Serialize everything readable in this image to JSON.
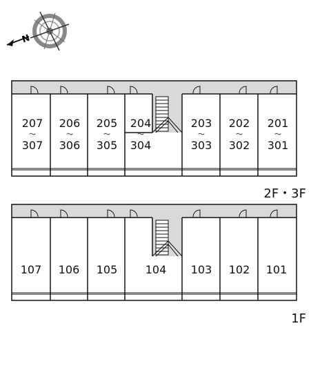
{
  "compass": {
    "icon": "compass-rose-icon",
    "north_letter": "N"
  },
  "floors": [
    {
      "id": "upper",
      "label": "2F・3F",
      "units": [
        {
          "top": "207",
          "sep": "〜",
          "bottom": "307"
        },
        {
          "top": "206",
          "sep": "〜",
          "bottom": "306"
        },
        {
          "top": "205",
          "sep": "〜",
          "bottom": "305"
        },
        {
          "top": "204",
          "sep": "〜",
          "bottom": "304"
        },
        {
          "top": "203",
          "sep": "〜",
          "bottom": "303"
        },
        {
          "top": "202",
          "sep": "〜",
          "bottom": "302"
        },
        {
          "top": "201",
          "sep": "〜",
          "bottom": "301"
        }
      ]
    },
    {
      "id": "ground",
      "label": "1F",
      "units": [
        {
          "top": "107"
        },
        {
          "top": "106"
        },
        {
          "top": "105"
        },
        {
          "top": "104"
        },
        {
          "top": "103"
        },
        {
          "top": "102"
        },
        {
          "top": "101"
        }
      ]
    }
  ],
  "colors": {
    "corridor": "#d9d9d9",
    "line": "#111111",
    "background": "#ffffff"
  }
}
